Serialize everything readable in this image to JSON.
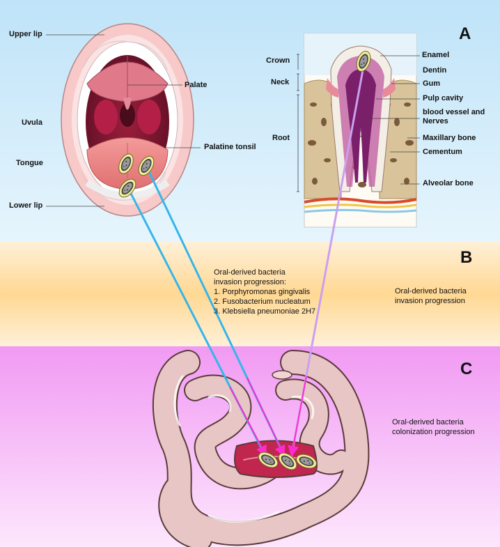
{
  "colors": {
    "panel_a_top": "#bfe3f8",
    "panel_a_bottom": "#e6f5fd",
    "panel_b_top": "#fff0d8",
    "panel_b_bottom": "#ffd893",
    "panel_c_top": "#f19af3",
    "panel_c_bottom": "#fde7fd",
    "arrow_blue": "#35b6e8",
    "arrow_violet": "#c9a0f0",
    "arrow_magenta": "#ff2bd0",
    "intestine": "#e8c6c6",
    "intestine_outline": "#5a3a3a"
  },
  "panels": {
    "a": {
      "letter": "A"
    },
    "b": {
      "letter": "B"
    },
    "c": {
      "letter": "C"
    }
  },
  "mouth": {
    "labels": {
      "upper_lip": "Upper lip",
      "palate": "Palate",
      "uvula": "Uvula",
      "palatine_tonsil": "Palatine tonsil",
      "tongue": "Tongue",
      "lower_lip": "Lower lip"
    }
  },
  "tooth": {
    "left_labels": {
      "crown": "Crown",
      "neck": "Neck",
      "root": "Root"
    },
    "right_labels": {
      "enamel": "Enamel",
      "dentin": "Dentin",
      "gum": "Gum",
      "pulp_cavity": "Pulp cavity",
      "vessel_line1": "blood vessel and",
      "vessel_line2": "Nerves",
      "maxillary_bone": "Maxillary bone",
      "cementum": "Cementum",
      "alveolar_bone": "Alveolar bone"
    }
  },
  "invasion": {
    "list_lines": [
      "Oral-derived bacteria",
      "invasion progression:",
      "1. Porphyromonas gingivalis",
      "2. Fusobacterium nucleatum",
      "3. Klebsiella pneumoniae 2H7"
    ],
    "side_line1": "Oral-derived bacteria",
    "side_line2": "invasion progression"
  },
  "colonization": {
    "line1": "Oral-derived bacteria",
    "line2": "colonization progression"
  },
  "icons": {
    "bacterium": "bacterium-icon",
    "mouth": "open-mouth-illustration",
    "tooth": "tooth-cross-section-illustration",
    "intestine": "small-intestine-illustration"
  }
}
